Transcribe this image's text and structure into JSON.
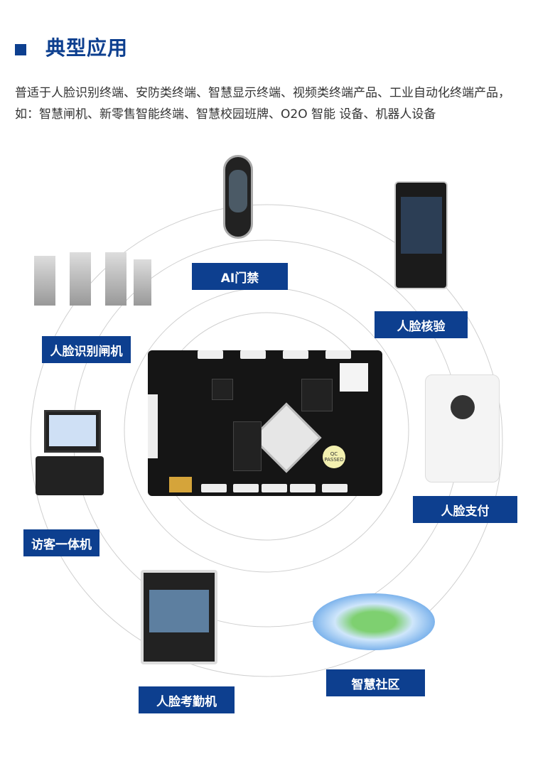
{
  "header": {
    "title": "典型应用"
  },
  "description": "普适于人脸识别终端、安防类终端、智慧显示终端、视频类终端产品、工业自动化终端产品，如：智慧闸机、新零售智能终端、智慧校园班牌、O2O 智能 设备、机器人设备",
  "applications": [
    {
      "label": "AI门禁"
    },
    {
      "label": "人脸核验"
    },
    {
      "label": "人脸识别闸机"
    },
    {
      "label": "人脸支付"
    },
    {
      "label": "访客一体机"
    },
    {
      "label": "智慧社区"
    },
    {
      "label": "人脸考勤机"
    }
  ],
  "board": {
    "qc_text": "QC PASSED"
  },
  "colors": {
    "brand": "#0d3f8f"
  }
}
